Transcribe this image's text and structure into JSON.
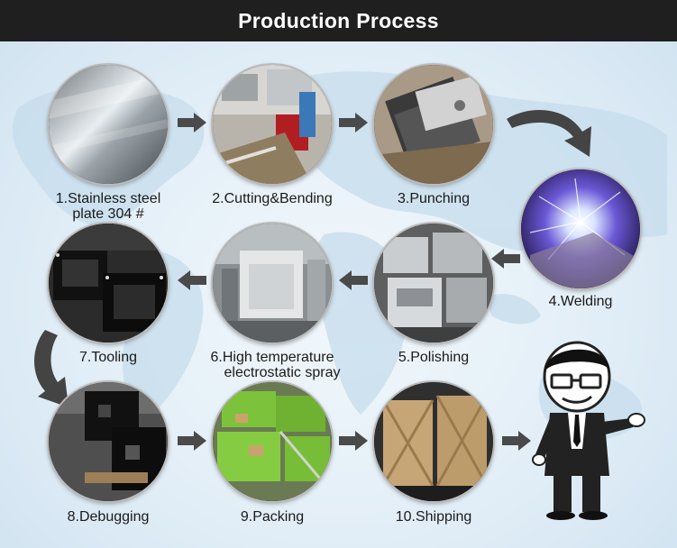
{
  "header": {
    "title": "Production Process"
  },
  "steps": [
    {
      "label_line1": "1.Stainless steel",
      "label_line2": "plate 304 #",
      "icon": "steel-plate-photo"
    },
    {
      "label_line1": "2.Cutting&Bending",
      "label_line2": "",
      "icon": "workshop-photo"
    },
    {
      "label_line1": "3.Punching",
      "label_line2": "",
      "icon": "punched-parts-photo"
    },
    {
      "label_line1": "4.Welding",
      "label_line2": "",
      "icon": "welding-sparks-photo"
    },
    {
      "label_line1": "5.Polishing",
      "label_line2": "",
      "icon": "polished-cabinets-photo"
    },
    {
      "label_line1": "6.High temperature",
      "label_line2": "electrostatic spray",
      "icon": "spray-booth-photo"
    },
    {
      "label_line1": "7.Tooling",
      "label_line2": "",
      "icon": "black-enclosures-photo"
    },
    {
      "label_line1": "8.Debugging",
      "label_line2": "",
      "icon": "assembled-units-photo"
    },
    {
      "label_line1": "9.Packing",
      "label_line2": "",
      "icon": "green-wrapped-units-photo"
    },
    {
      "label_line1": "10.Shipping",
      "label_line2": "",
      "icon": "wooden-crates-photo"
    }
  ],
  "colors": {
    "header_bg": "#1f1f1f",
    "arrow": "#4a4a4a",
    "map": "#c4dbeb",
    "packing_green": "#7cc23a"
  }
}
